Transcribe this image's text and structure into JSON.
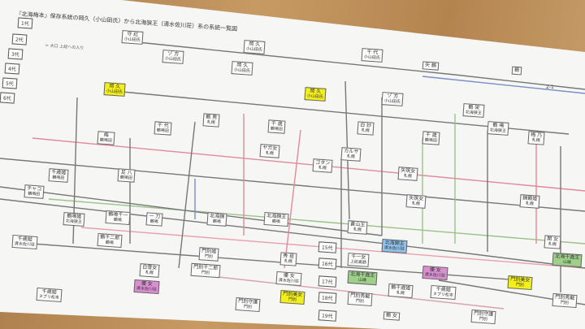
{
  "title": "『北海梅本』保存系統の岡久（小山田氏）から北海狭王（清水佐川荘）系の系統一覧図",
  "page_number": "2-1",
  "legend": {
    "symbol": "＝",
    "line1": "大口",
    "line2": "上総への入り"
  },
  "generations": [
    "1代",
    "2代",
    "3代",
    "4代",
    "5代",
    "6代",
    "15代",
    "16代",
    "17代",
    "18代",
    "19代"
  ],
  "boxes": [
    {
      "name": "守 紅",
      "sub": "小山田氏",
      "color": "white"
    },
    {
      "name": "岡 久",
      "sub": "小山田氏",
      "color": "white"
    },
    {
      "name": "千 代",
      "sub": "小山田氏",
      "color": "white"
    },
    {
      "name": "ゾ 方",
      "sub": "小山田氏",
      "color": "white"
    },
    {
      "name": "岡 久",
      "sub": "小山田氏",
      "color": "white"
    },
    {
      "name": "矢 鶴",
      "sub": "",
      "color": "white"
    },
    {
      "name": "鶴",
      "sub": "",
      "color": "white"
    },
    {
      "name": "岡 久",
      "sub": "小山田氏",
      "color": "yellow"
    },
    {
      "name": "岡 久",
      "sub": "小山田氏",
      "color": "yellow"
    },
    {
      "name": "ゾ 方",
      "sub": "小山田氏",
      "color": "white"
    },
    {
      "name": "鶴 栄",
      "sub": "北海狭王",
      "color": "white"
    },
    {
      "name": "千 代",
      "sub": "鶴鳴田",
      "color": "white"
    },
    {
      "name": "鶴 男",
      "sub": "札幌",
      "color": "white"
    },
    {
      "name": "千 歳",
      "sub": "鶴鳴田",
      "color": "white"
    },
    {
      "name": "梅",
      "sub": "鶴鳴田",
      "color": "white"
    },
    {
      "name": "白 妙",
      "sub": "札幌",
      "color": "white"
    },
    {
      "name": "千 歳",
      "sub": "鶴鳴田",
      "color": "white"
    },
    {
      "name": "ヤガ女",
      "sub": "札幌",
      "color": "white"
    },
    {
      "name": "カルサ",
      "sub": "札幌",
      "color": "white"
    },
    {
      "name": "ゴタン",
      "sub": "札幌",
      "color": "white"
    },
    {
      "name": "鶴 鳴",
      "sub": "北海狭王",
      "color": "white"
    },
    {
      "name": "梅 乃",
      "sub": "札幌",
      "color": "white"
    },
    {
      "name": "チャコ",
      "sub": "鶴鳴田",
      "color": "white"
    },
    {
      "name": "千歳姫",
      "sub": "鶴鳴田",
      "color": "white"
    },
    {
      "name": "足 八",
      "sub": "鶴鳴田",
      "color": "white"
    },
    {
      "name": "鶴鳴姫",
      "sub": "北海狭王",
      "color": "white"
    },
    {
      "name": "鶴鳴千一",
      "sub": "鶴鳴",
      "color": "white"
    },
    {
      "name": "一 刀",
      "sub": "鶴鳴",
      "color": "white"
    },
    {
      "name": "北海錦",
      "sub": "鶴鳴",
      "color": "white"
    },
    {
      "name": "北海錦王",
      "sub": "鶴鳴",
      "color": "white"
    },
    {
      "name": "矢筑女",
      "sub": "札幌",
      "color": "white"
    },
    {
      "name": "矢筑女",
      "sub": "札幌",
      "color": "white"
    },
    {
      "name": "錦鶴姫",
      "sub": "札幌",
      "color": "white"
    },
    {
      "name": "千歳姫",
      "sub": "清水佐川荘",
      "color": "white"
    },
    {
      "name": "鶴千二郎",
      "sub": "鶴鳴",
      "color": "white"
    },
    {
      "name": "門別姫",
      "sub": "門別",
      "color": "white"
    },
    {
      "name": "門別千二郎",
      "sub": "門別",
      "color": "white"
    },
    {
      "name": "白雪女",
      "sub": "札幌",
      "color": "white"
    },
    {
      "name": "優 女",
      "sub": "清水佐川荘",
      "color": "pink"
    },
    {
      "name": "千歳姫",
      "sub": "ヌプリ松本",
      "color": "white"
    },
    {
      "name": "門別守護",
      "sub": "門別",
      "color": "white"
    },
    {
      "name": "門別美女",
      "sub": "門別",
      "color": "yellow"
    },
    {
      "name": "優 女",
      "sub": "清水佐川荘",
      "color": "white"
    },
    {
      "name": "秀 臣",
      "sub": "札幌",
      "color": "white"
    },
    {
      "name": "蒼山王",
      "sub": "札幌",
      "color": "white"
    },
    {
      "name": "千一女",
      "sub": "上総高野",
      "color": "white"
    },
    {
      "name": "北海千歳王",
      "sub": "山端",
      "color": "green"
    },
    {
      "name": "門別秀龍",
      "sub": "門別",
      "color": "white"
    },
    {
      "name": "北海錦王",
      "sub": "清水佐川荘",
      "color": "blue"
    },
    {
      "name": "優 女",
      "sub": "清水佐川荘",
      "color": "pink"
    },
    {
      "name": "鶴千歳姫",
      "sub": "札幌",
      "color": "white"
    },
    {
      "name": "千歳姫",
      "sub": "ヌプリ松本",
      "color": "white"
    },
    {
      "name": "門別守護",
      "sub": "門別",
      "color": "white"
    },
    {
      "name": "門別美女",
      "sub": "門別",
      "color": "yellow"
    },
    {
      "name": "北海千歳王",
      "sub": "山端",
      "color": "green"
    },
    {
      "name": "門別秀龍",
      "sub": "門別",
      "color": "white"
    },
    {
      "name": "鶴 女",
      "sub": "",
      "color": "white"
    },
    {
      "name": "開 女",
      "sub": "札幌",
      "color": "white"
    }
  ]
}
